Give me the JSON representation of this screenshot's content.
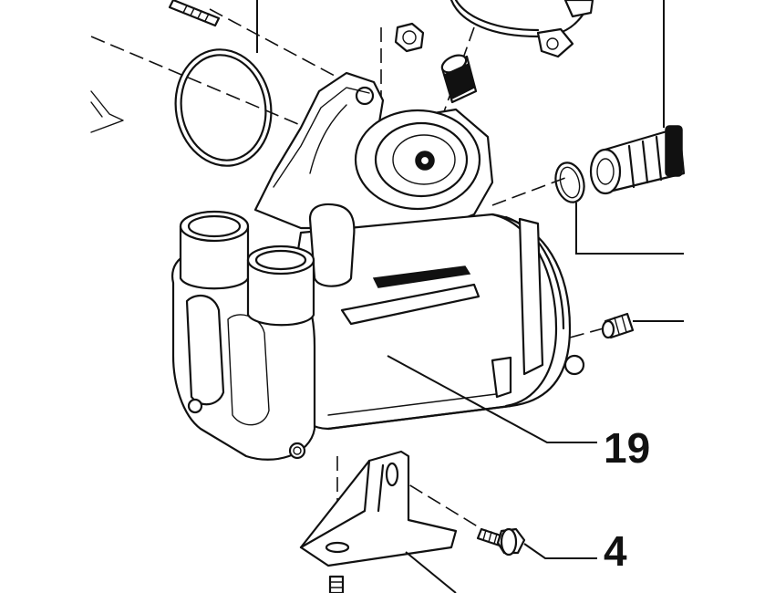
{
  "diagram": {
    "callouts": [
      {
        "id": "part-19",
        "label": "19"
      },
      {
        "id": "part-4",
        "label": "4"
      }
    ]
  }
}
